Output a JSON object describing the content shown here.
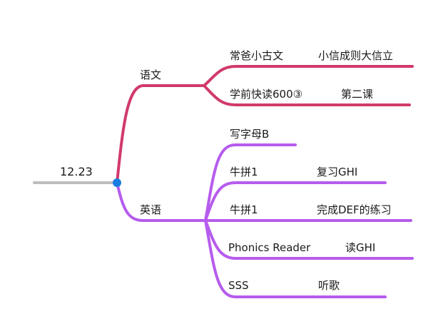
{
  "root": {
    "label": "12.23"
  },
  "branches": [
    {
      "id": "yuwen",
      "label": "语文",
      "color": "#d13a6a",
      "items": [
        {
          "left": "常爸小古文",
          "right": "小信成则大信立"
        },
        {
          "left": "学前快读600③",
          "right": "第二课"
        }
      ]
    },
    {
      "id": "yingyu",
      "label": "英语",
      "color": "#b65ced",
      "items": [
        {
          "left": "写字母B",
          "right": ""
        },
        {
          "left": "牛拼1",
          "right": "复习GHI"
        },
        {
          "left": "牛拼1",
          "right": "完成DEF的练习"
        },
        {
          "left": "Phonics Reader",
          "right": "读GHI"
        },
        {
          "left": "SSS",
          "right": "听歌"
        }
      ]
    }
  ],
  "colors": {
    "root_line": "#bdbdbd",
    "root_dot": "#1a7de0"
  }
}
